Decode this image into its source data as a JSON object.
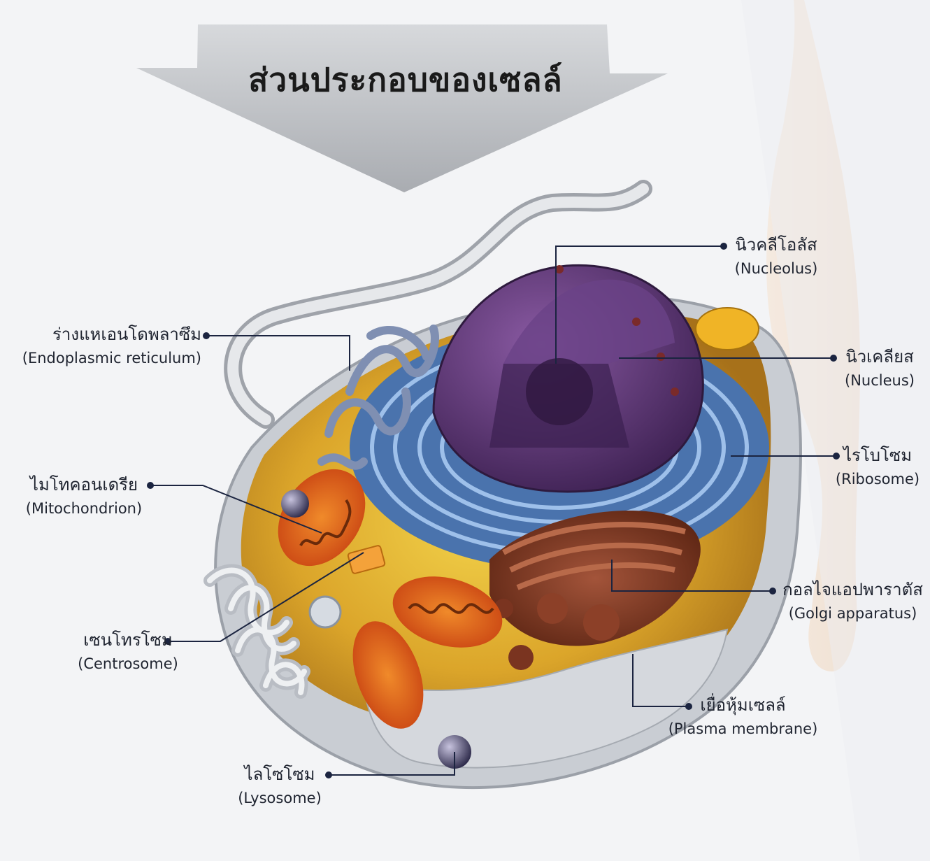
{
  "title": "ส่วนประกอบของเซลล์",
  "labels": {
    "nucleolus": {
      "th": "นิวคลีโอลัส",
      "en": "(Nucleolus)"
    },
    "nucleus": {
      "th": "นิวเคลียส",
      "en": "(Nucleus)"
    },
    "ribosome": {
      "th": "ไรโบโซม",
      "en": "(Ribosome)"
    },
    "golgi": {
      "th": "กอลไจแอปพาราตัส",
      "en": "(Golgi apparatus)"
    },
    "membrane": {
      "th": "เยื่อหุ้มเซลล์",
      "en": "(Plasma membrane)"
    },
    "er": {
      "th": "ร่างแหเอนโดพลาซึม",
      "en": "(Endoplasmic reticulum)"
    },
    "mito": {
      "th": "ไมโทคอนเดรีย",
      "en": "(Mitochondrion)"
    },
    "centro": {
      "th": "เซนโทรโซม",
      "en": "(Centrosome)"
    },
    "lyso": {
      "th": "ไลโซโซม",
      "en": "(Lysosome)"
    }
  },
  "colors": {
    "arrow": "#b9bcc1",
    "cytoplasm": "#d69a1a",
    "membrane": "#cfd3d8",
    "er_blue": "#4f79b8",
    "nucleus": "#5c3577",
    "golgi": "#7a3420",
    "mitochondrion": "#d8561a",
    "leader_line": "#1b2440"
  }
}
